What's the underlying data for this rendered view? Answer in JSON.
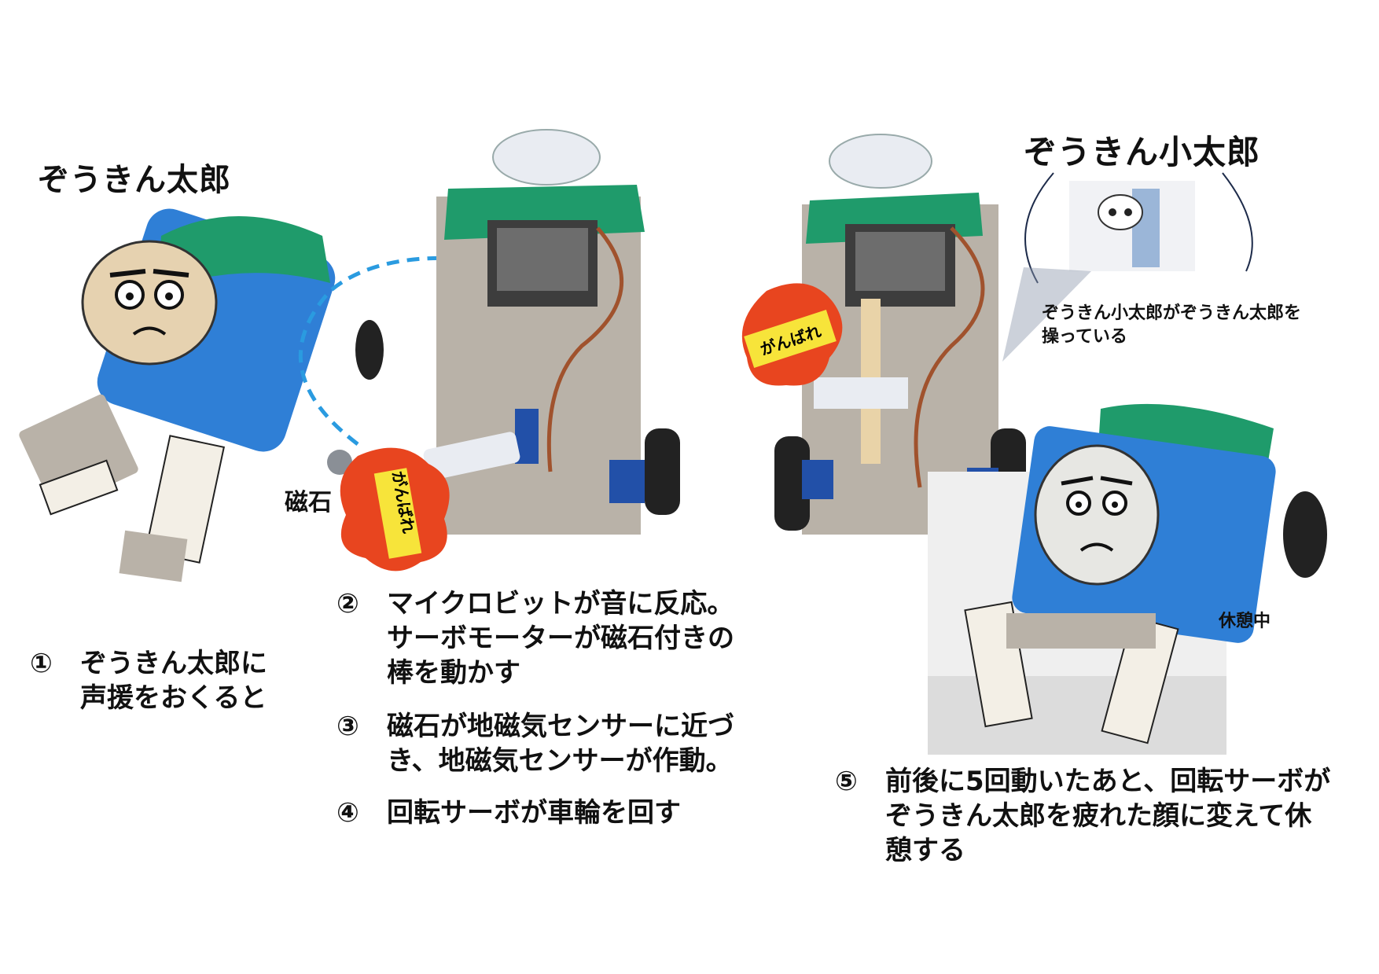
{
  "titles": {
    "taro": "ぞうきん太郎",
    "kotaro": "ぞうきん小太郎"
  },
  "labels": {
    "magnet": "磁石",
    "kotaro_caption": "ぞうきん小太郎がぞうきん太郎を\n操っている",
    "resting": "休憩中",
    "sign": "がんばれ"
  },
  "steps": [
    {
      "num": "①",
      "text": "ぞうきん太郎に\n声援をおくると"
    },
    {
      "num": "②",
      "text": "マイクロビットが音に反応。\nサーボモーターが磁石付きの\n棒を動かす"
    },
    {
      "num": "③",
      "text": "磁石が地磁気センサーに近づ\nき、地磁気センサーが作動。"
    },
    {
      "num": "④",
      "text": "回転サーボが車輪を回す"
    },
    {
      "num": "⑤",
      "text": "前後に5回動いたあと、回転サーボが\nぞうきん太郎を疲れた顔に変えて休\n憩する"
    }
  ],
  "colors": {
    "green_cap": "#1f9b6b",
    "blue_body": "#2f7fd6",
    "orange_sign": "#e8451f",
    "yellow_tag": "#f7e43a",
    "arrow": "#2a9be0",
    "board": "#b9b2a8"
  }
}
